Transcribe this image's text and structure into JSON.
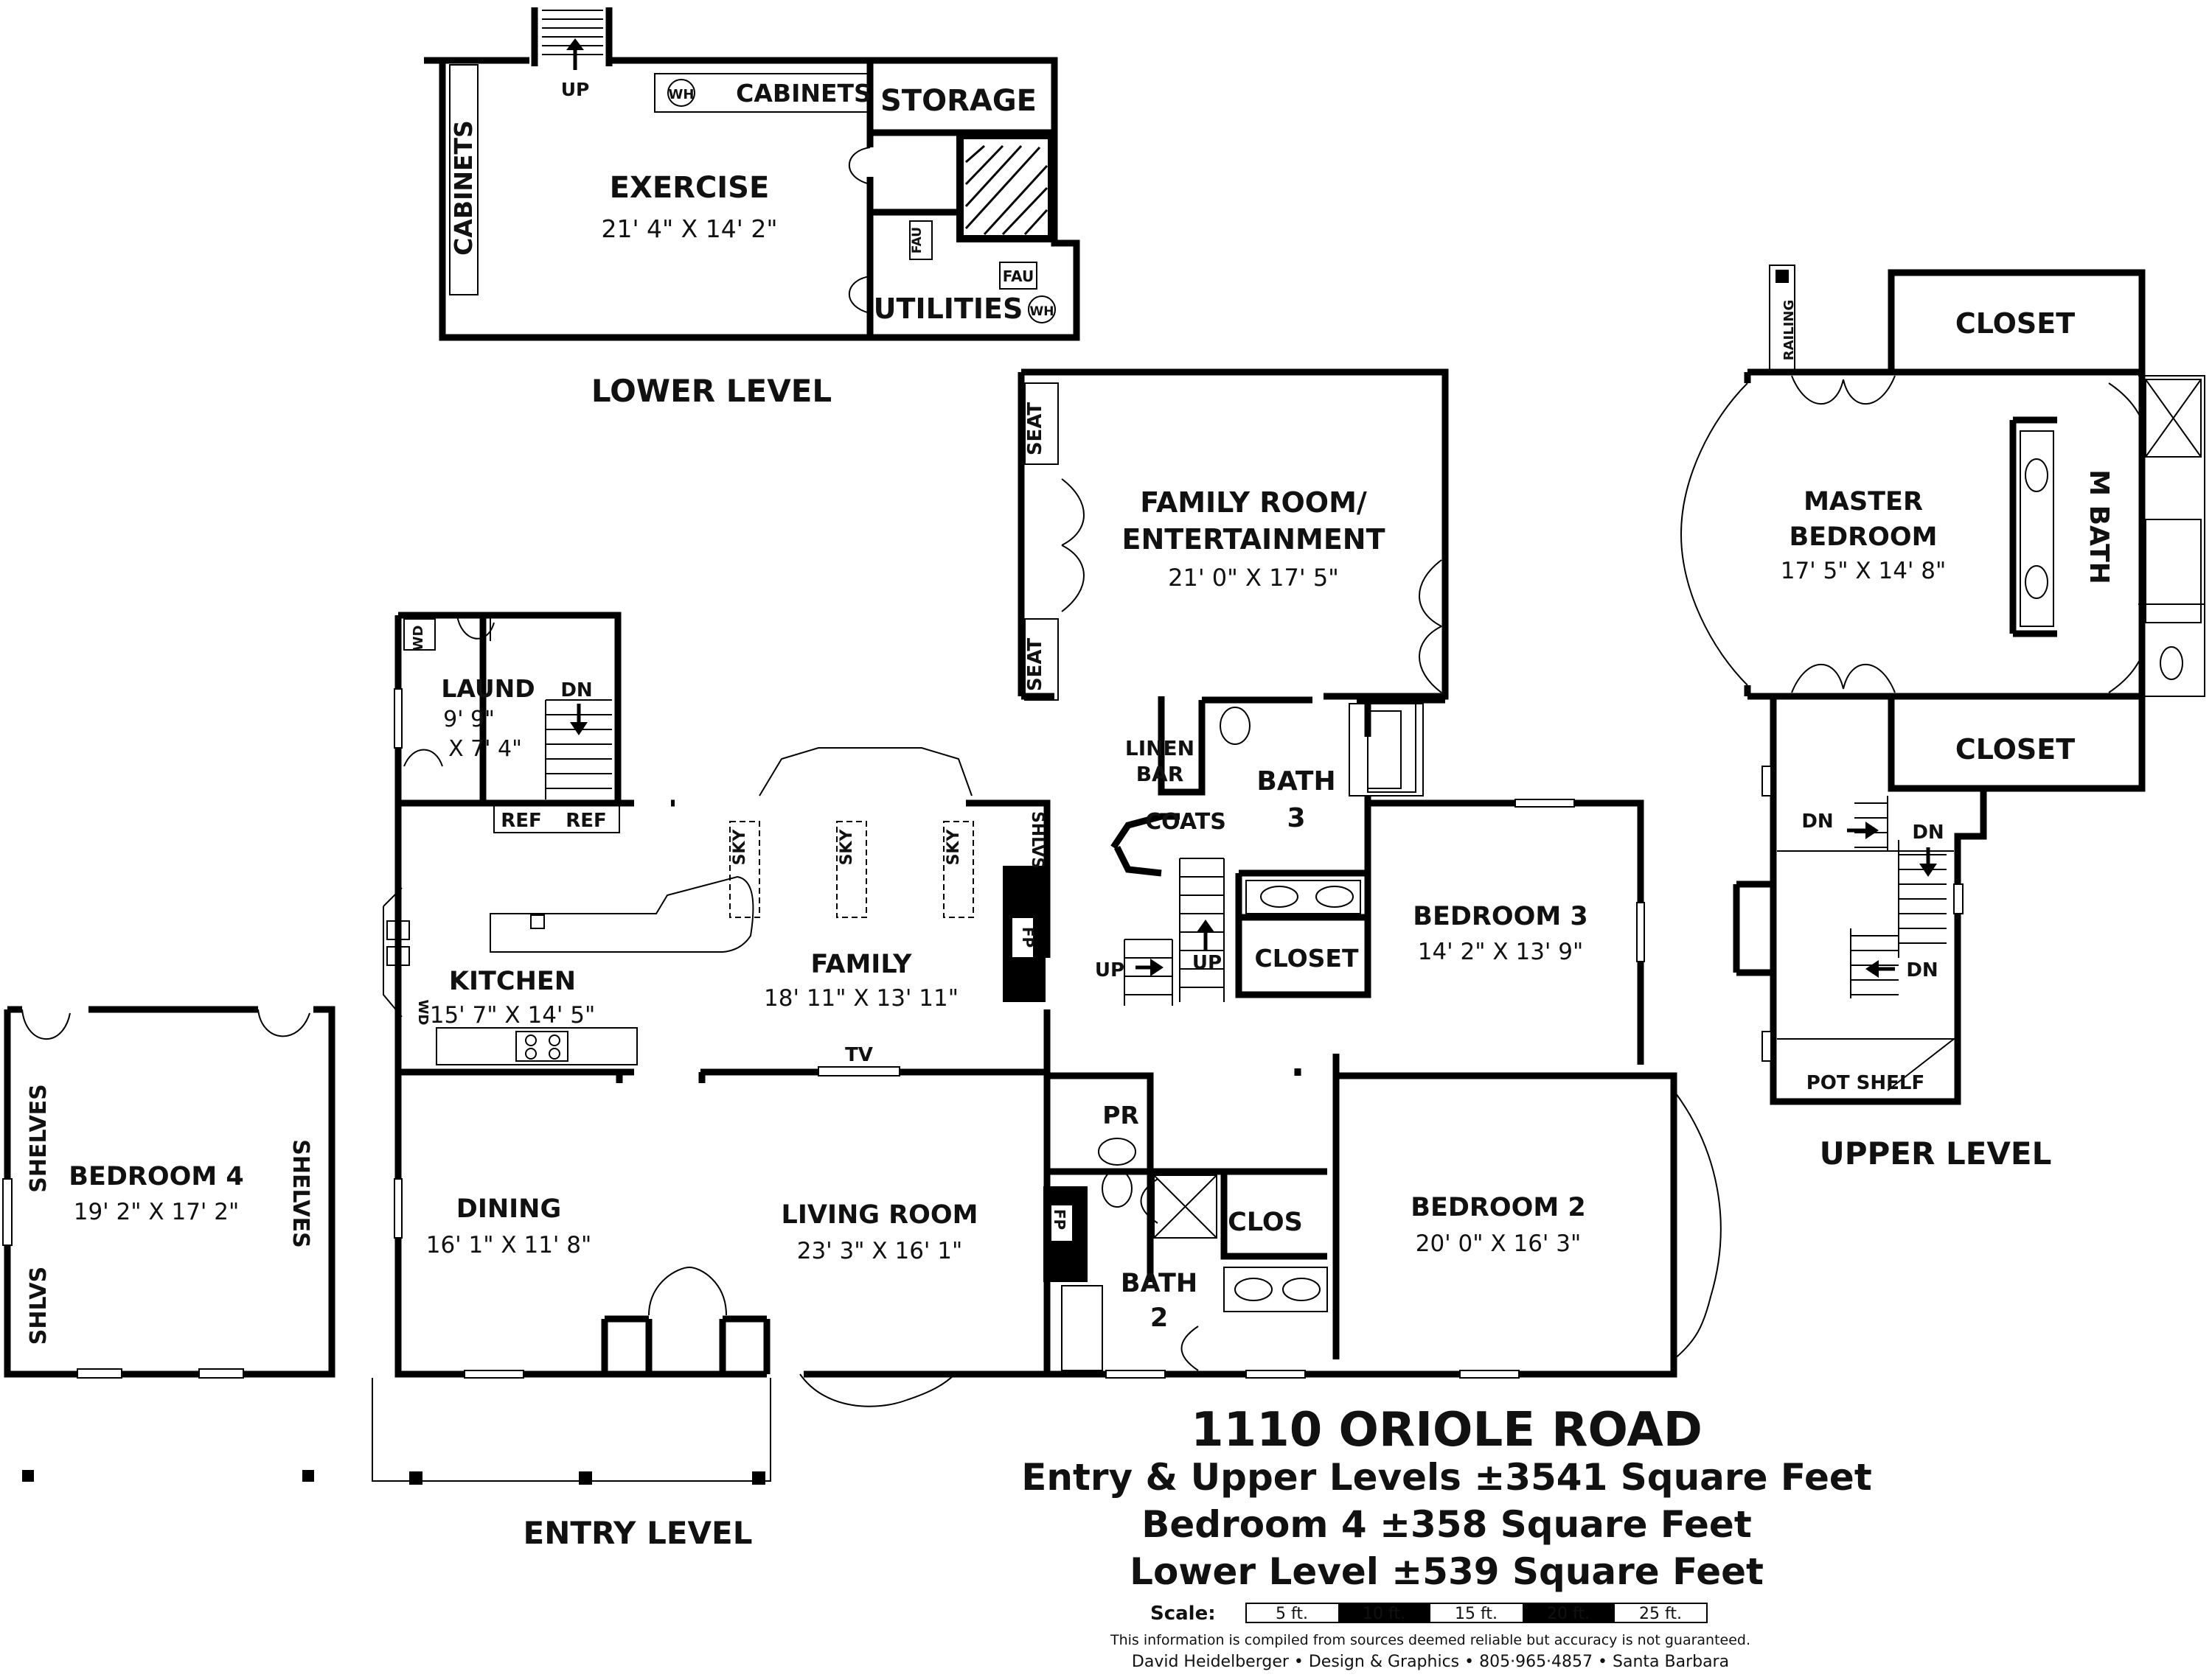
{
  "levels": {
    "lower": "LOWER LEVEL",
    "entry": "ENTRY LEVEL",
    "upper": "UPPER LEVEL"
  },
  "rooms": {
    "exercise": {
      "name": "EXERCISE",
      "dims": "21' 4\" X 14' 2\""
    },
    "storage": {
      "name": "STORAGE"
    },
    "utilities": {
      "name": "UTILITIES"
    },
    "cabinets_top": "CABINETS",
    "cabinets_side": "CABINETS",
    "up_lower": "UP",
    "wh1": "WH",
    "wh2": "WH",
    "fau1": "FAU",
    "fau2": "FAU",
    "family_room": {
      "line1": "FAMILY ROOM/",
      "line2": "ENTERTAINMENT",
      "dims": "21' 0\" X 17' 5\""
    },
    "seat1": "SEAT",
    "seat2": "SEAT",
    "laund": {
      "name": "LAUND",
      "dims1": "9' 9\"",
      "dims2": "X 7' 4\""
    },
    "wd1": "WD",
    "wd2": "WD",
    "dn_laund": "DN",
    "ref1": "REF",
    "ref2": "REF",
    "sky1": "SKY",
    "sky2": "SKY",
    "sky3": "SKY",
    "shlvs_family": "SHLVS",
    "fp1": "FP",
    "fp2": "FP",
    "kitchen": {
      "name": "KITCHEN",
      "dims": "15' 7\" X 14' 5\""
    },
    "family": {
      "name": "FAMILY",
      "dims": "18' 11\" X 13' 11\""
    },
    "linen": "LINEN",
    "bar": "BAR",
    "coats": "COATS",
    "bath3": {
      "name": "BATH",
      "num": "3"
    },
    "up1": "UP",
    "up2": "UP",
    "closet_entry": "CLOSET",
    "bedroom3": {
      "name": "BEDROOM 3",
      "dims": "14' 2\" X 13' 9\""
    },
    "tv": "TV",
    "pr": "PR",
    "clos": "CLOS",
    "bath2": {
      "name": "BATH",
      "num": "2"
    },
    "dining": {
      "name": "DINING",
      "dims": "16' 1\" X 11' 8\""
    },
    "living": {
      "name": "LIVING ROOM",
      "dims": "23' 3\" X 16' 1\""
    },
    "bedroom2": {
      "name": "BEDROOM 2",
      "dims": "20' 0\" X 16' 3\""
    },
    "bedroom4": {
      "name": "BEDROOM 4",
      "dims": "19' 2\" X 17' 2\""
    },
    "shelves1": "SHELVES",
    "shelves2": "SHELVES",
    "shlvs_bed4": "SHLVS",
    "master": {
      "line1": "MASTER",
      "line2": "BEDROOM",
      "dims": "17' 5\" X 14' 8\""
    },
    "mbath": "M BATH",
    "closet_up1": "CLOSET",
    "closet_up2": "CLOSET",
    "railing": "RAILING",
    "dn_up1": "DN",
    "dn_up2": "DN",
    "dn_up3": "DN",
    "pot_shelf": "POT SHELF"
  },
  "title": {
    "address": "1110 ORIOLE ROAD",
    "line1": "Entry & Upper Levels ±3541 Square Feet",
    "line2": "Bedroom 4 ±358 Square Feet",
    "line3": "Lower Level ±539 Square Feet"
  },
  "scale": {
    "label": "Scale:",
    "ticks": [
      "5 ft.",
      "10 ft.",
      "15 ft.",
      "20 ft.",
      "25 ft."
    ]
  },
  "disclaimer": "This information is compiled from sources deemed reliable but accuracy is not guaranteed.",
  "credit": "David Heidelberger • Design & Graphics • 805·965·4857 • Santa Barbara"
}
